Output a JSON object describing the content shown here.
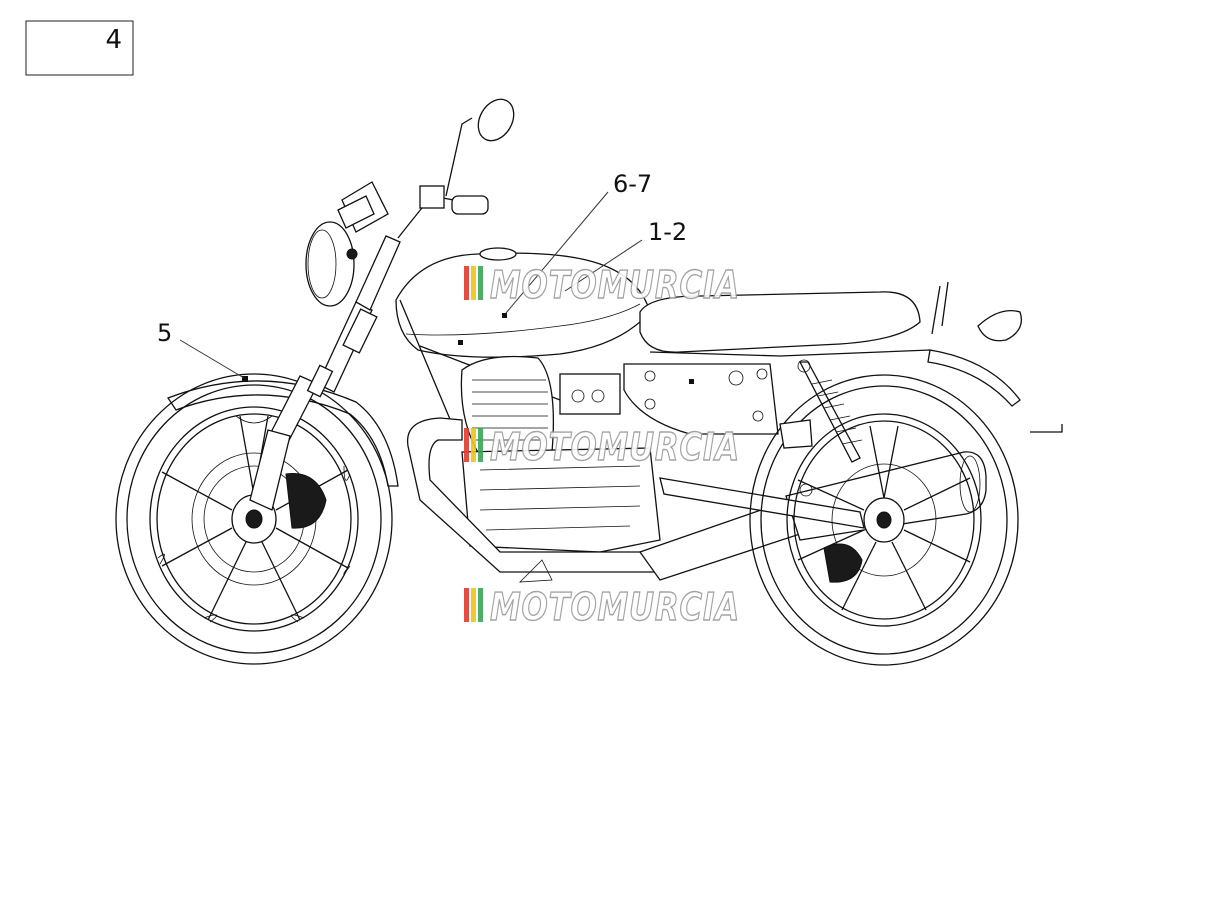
{
  "page_number_box": {
    "value": "4"
  },
  "callouts": [
    {
      "id": "callout-6-7",
      "label": "6-7"
    },
    {
      "id": "callout-1-2",
      "label": "1-2"
    },
    {
      "id": "callout-5",
      "label": "5"
    }
  ],
  "watermark": {
    "text": "MOTOMURCIA",
    "stripe_colors": [
      "#e23b2e",
      "#f0c419",
      "#3aa655"
    ]
  },
  "subject_icon": "motorcycle-side-view-icon"
}
